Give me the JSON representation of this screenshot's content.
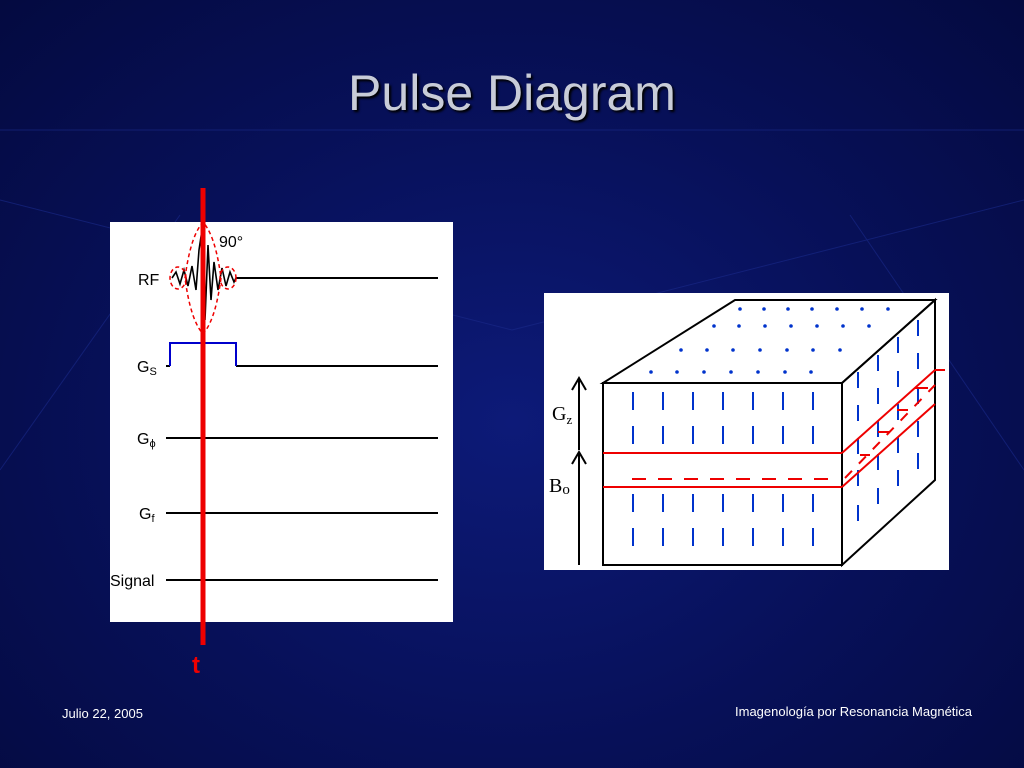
{
  "slide": {
    "title": "Pulse Diagram",
    "footer_left": "Julio 22, 2005",
    "footer_right": "Imagenología por Resonancia Magnética"
  },
  "pulse_diagram": {
    "flip_angle": "90°",
    "rows": [
      {
        "label": "RF",
        "sub": ""
      },
      {
        "label": "G",
        "sub": "S"
      },
      {
        "label": "G",
        "sub": "ϕ"
      },
      {
        "label": "G",
        "sub": "f"
      },
      {
        "label": "Signal",
        "sub": ""
      }
    ],
    "time_marker": "t"
  },
  "cube": {
    "gz_label": "G",
    "gz_sub": "z",
    "b0_label": "B",
    "b0_sub": "o"
  },
  "colors": {
    "time_marker": "#e00000",
    "gradient_pulse": "#0000cc",
    "field_marks": "#0033cc",
    "slice_lines": "#e00000"
  }
}
